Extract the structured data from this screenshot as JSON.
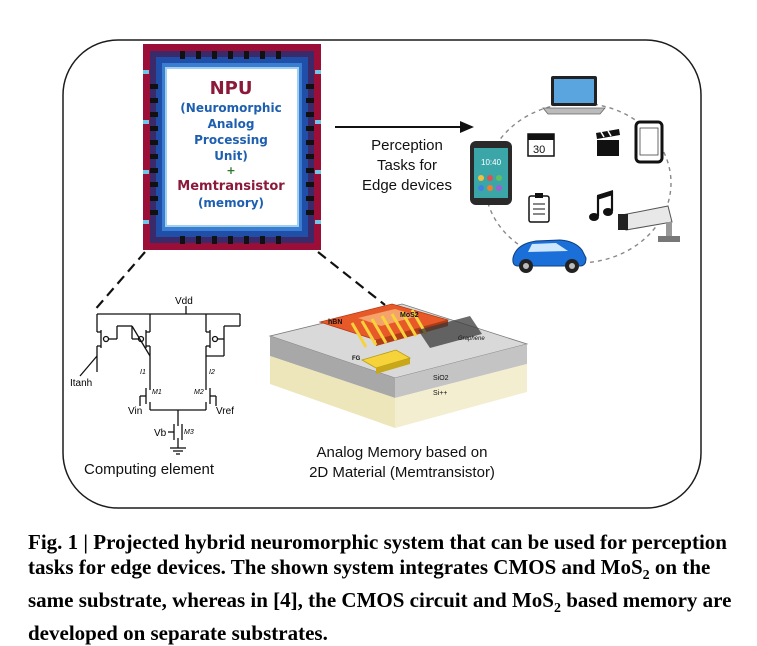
{
  "chip": {
    "title": "NPU",
    "line1": "(Neuromorphic",
    "line2": "Analog Processing",
    "line3": "Unit)",
    "plus": "+",
    "line4": "Memtransistor",
    "line5": "(memory)"
  },
  "arrow_label": {
    "line1": "Perception",
    "line2": "Tasks for",
    "line3": "Edge devices"
  },
  "devices": {
    "tablet_time": "10:40",
    "calendar_day": "30"
  },
  "circuit": {
    "vdd": "Vdd",
    "itanh": "Itanh",
    "i1": "I1",
    "i2": "I2",
    "m1": "M1",
    "m2": "M2",
    "m3": "M3",
    "vin": "Vin",
    "vref": "Vref",
    "vb": "Vb",
    "caption": "Computing element"
  },
  "device3d": {
    "hbn": "hBN",
    "mos2": "MoS2",
    "graphene": "Graphene",
    "fg": "FG",
    "sio2": "SiO2",
    "si": "Si++",
    "caption_line1": "Analog Memory based on",
    "caption_line2": "2D Material (Memtransistor)"
  },
  "figure_caption": {
    "prefix": "Fig. 1 | ",
    "text1": "Projected hybrid neuromorphic system that can be used for perception tasks for edge devices. The shown system integrates CMOS and MoS",
    "sub1": "2",
    "text2": " on the same substrate, whereas in [4], the CMOS circuit and MoS",
    "sub2": "2",
    "text3": " based memory are developed on separate substrates."
  },
  "colors": {
    "chip_border": "#a0103a",
    "chip_inner": "#1a4fb0",
    "chip_title": "#8b1a3a",
    "chip_text": "#1e5fb0",
    "chip_text_green": "#2a7a2a"
  }
}
